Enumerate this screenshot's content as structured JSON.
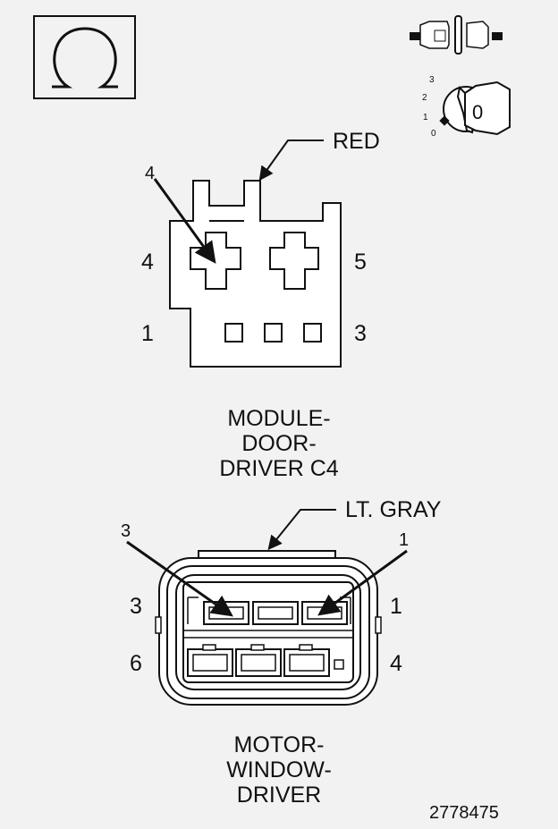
{
  "top_connector": {
    "wire_color_label": "RED",
    "arrow_pin_label": "4",
    "pin_labels": {
      "top_left": "4",
      "top_right": "5",
      "bottom_left": "1",
      "bottom_right": "3"
    },
    "caption_lines": [
      "MODULE-",
      "DOOR-",
      "DRIVER C4"
    ]
  },
  "bottom_connector": {
    "wire_color_label": "LT. GRAY",
    "arrow_left_label": "3",
    "arrow_right_label": "1",
    "pin_labels": {
      "top_left": "3",
      "top_right": "1",
      "bottom_left": "6",
      "bottom_right": "4"
    },
    "caption_lines": [
      "MOTOR-",
      "WINDOW-",
      "DRIVER"
    ]
  },
  "ignition_key_icon": {
    "position_labels": [
      "3",
      "2",
      "1",
      "0"
    ],
    "key_label": "0"
  },
  "figure_number": "2778475",
  "icons": [
    "ohm-symbol-icon",
    "connector-disconnect-icon",
    "ignition-key-icon"
  ]
}
